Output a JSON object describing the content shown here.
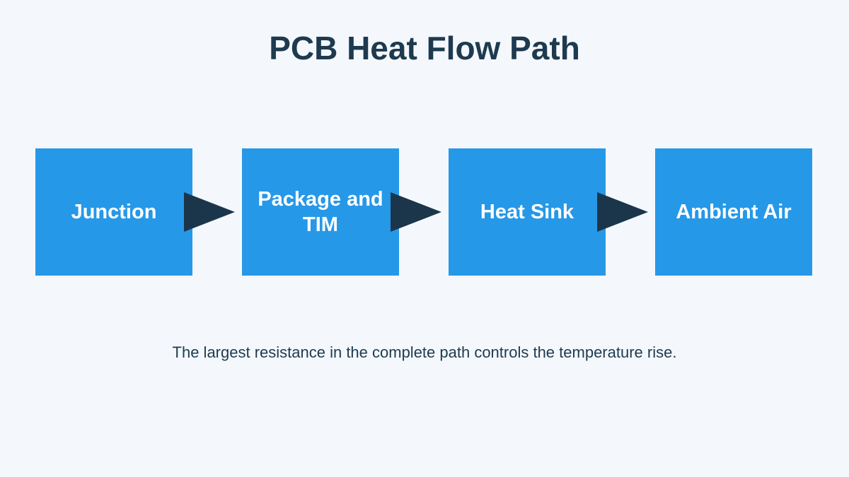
{
  "title": "PCB Heat Flow Path",
  "stages": [
    {
      "label": "Junction"
    },
    {
      "label": "Package and TIM"
    },
    {
      "label": "Heat Sink"
    },
    {
      "label": "Ambient Air"
    }
  ],
  "caption": "The largest resistance in the complete path controls the temperature rise.",
  "colors": {
    "background": "#f4f8fc",
    "box_fill": "#2698e8",
    "box_text": "#ffffff",
    "arrow": "#1b364b",
    "title_text": "#1e3a4f"
  }
}
